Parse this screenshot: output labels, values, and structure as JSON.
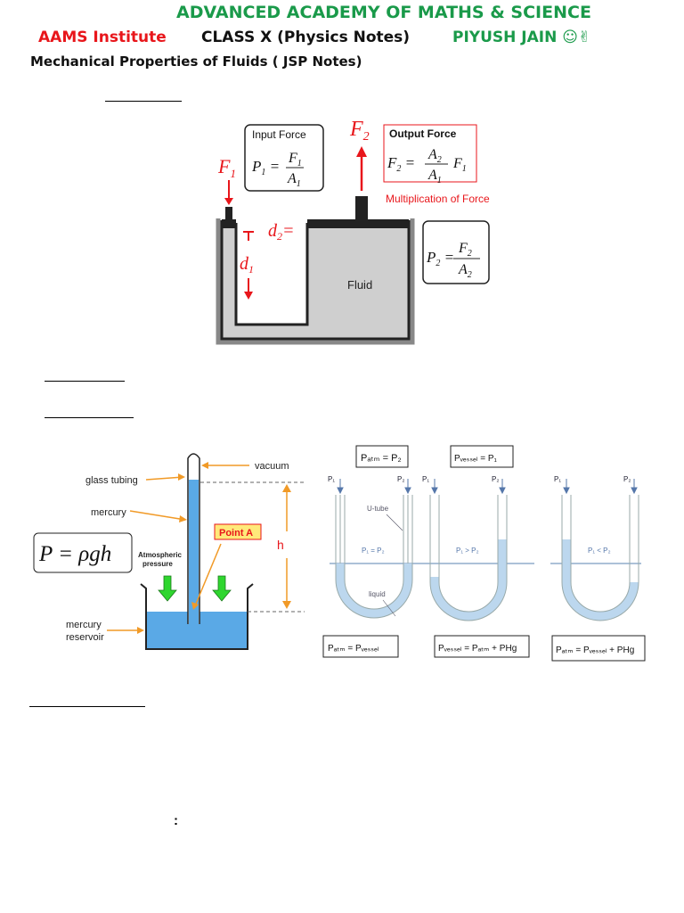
{
  "header": {
    "academy": "ADVANCED ACADEMY OF MATHS & SCIENCE",
    "institute": "AAMS Institute",
    "class_label": "CLASS X (Physics Notes)",
    "author": "PIYUSH  JAIN ☺✌",
    "topic": "Mechanical Properties of Fluids ( JSP Notes)"
  },
  "hydraulic": {
    "f1": "F",
    "f1_sub": "1",
    "f2": "F",
    "f2_sub": "2",
    "input_title": "Input Force",
    "output_title": "Output Force",
    "multiplication": "Multiplication of Force",
    "d2": "d",
    "d2_sub": "2",
    "d2_eq": "=",
    "d1": "d",
    "d1_sub": "1",
    "fluid": "Fluid",
    "eq_p1_lhs": "P",
    "eq_p1_sub": "1",
    "eq_p1_num": "F",
    "eq_p1_num_sub": "1",
    "eq_p1_den": "A",
    "eq_p1_den_sub": "1",
    "eq_f2_lhs": "F",
    "eq_f2_sub": "2",
    "eq_f2_num": "A",
    "eq_f2_num_sub": "2",
    "eq_f2_den": "A",
    "eq_f2_den_sub": "1",
    "eq_f2_tail": "F",
    "eq_f2_tail_sub": "1",
    "eq_p2_lhs": "P",
    "eq_p2_sub": "2",
    "eq_p2_num": "F",
    "eq_p2_num_sub": "2",
    "eq_p2_den": "A",
    "eq_p2_den_sub": "2"
  },
  "barometer": {
    "glass_tubing": "glass tubing",
    "vacuum": "vacuum",
    "mercury": "mercury",
    "point_a": "Point A",
    "h": "h",
    "formula": "P = ρgh",
    "atm1": "Atmospheric",
    "atm2": "pressure",
    "reservoir1": "mercury",
    "reservoir2": "reservoir"
  },
  "manometers": {
    "box1_top": "Pₐₜₘ = P₂",
    "box2_top": "Pᵥₑₛₛₑₗ = P₁",
    "p1": "P₁",
    "p2": "P₂",
    "utube": "U-tube",
    "liquid": "liquid",
    "eq1": "P₁ = P₂",
    "eq2": "P₁ > P₂",
    "eq3": "P₁ < P₂",
    "bottom1": "Pₐₜₘ = Pᵥₑₛₛₑₗ",
    "bottom2": "Pᵥₑₛₛₑₗ = Pₐₜₘ + PHg",
    "bottom3": "Pₐₜₘ = Pᵥₑₛₛₑₗ + PHg"
  },
  "misc": {
    "colon": ":"
  },
  "colors": {
    "green": "#1a9a4a",
    "red": "#e8161b",
    "mercury_blue": "#5aa9e6",
    "liquid_blue": "#bcd7ee",
    "fluid_gray": "#cfcfcf",
    "label_yellow": "#ffe97a",
    "arrow_green": "#2fd62f",
    "arrow_orange": "#f19a27"
  }
}
